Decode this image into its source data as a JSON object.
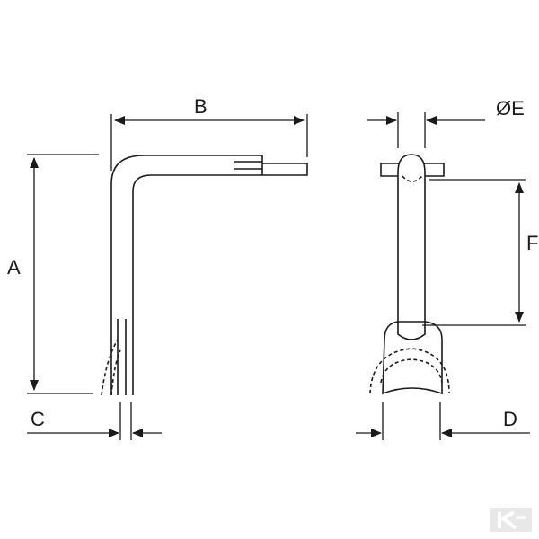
{
  "diagram": {
    "labels": {
      "a": "A",
      "b": "B",
      "c": "C",
      "d": "D",
      "e": "ØE",
      "f": "F"
    },
    "watermark_text": "K"
  }
}
